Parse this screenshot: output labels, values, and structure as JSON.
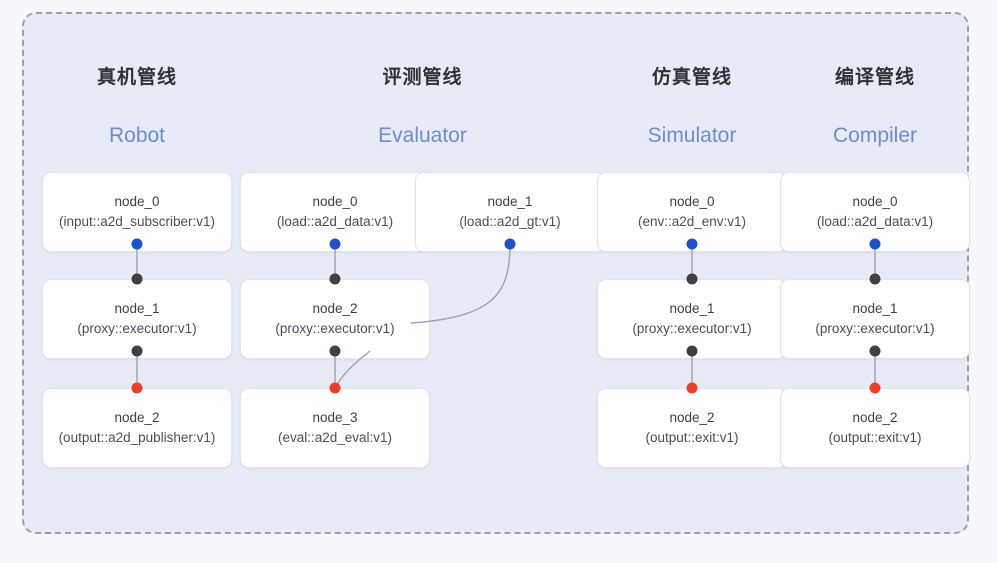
{
  "panel": {
    "border_style": "dashed",
    "border_color": "#9aa1ae",
    "background": "#e7ebf7"
  },
  "palette": {
    "node_background": "#ffffff",
    "node_border": "#e2e4e9",
    "title_cn_color": "#2f3237",
    "title_en_color": "#6f8bd6",
    "port_input_blue": "#1a51d0",
    "port_proxy_black": "#3d4046",
    "port_output_red": "#ef4026",
    "edge_color": "#9ba2b3"
  },
  "columns": [
    {
      "id": "robot",
      "title_cn": "真机管线",
      "title_en": "Robot",
      "nodes": [
        {
          "id": "node_0",
          "type": "(input::a2d_subscriber:v1)"
        },
        {
          "id": "node_1",
          "type": "(proxy::executor:v1)"
        },
        {
          "id": "node_2",
          "type": "(output::a2d_publisher:v1)"
        }
      ]
    },
    {
      "id": "evaluator",
      "title_cn": "评测管线",
      "title_en": "Evaluator",
      "nodes": [
        {
          "id": "node_0",
          "type": "(load::a2d_data:v1)"
        },
        {
          "id": "node_1",
          "type": "(load::a2d_gt:v1)"
        },
        {
          "id": "node_2",
          "type": "(proxy::executor:v1)"
        },
        {
          "id": "node_3",
          "type": "(eval::a2d_eval:v1)"
        }
      ]
    },
    {
      "id": "simulator",
      "title_cn": "仿真管线",
      "title_en": "Simulator",
      "nodes": [
        {
          "id": "node_0",
          "type": "(env::a2d_env:v1)"
        },
        {
          "id": "node_1",
          "type": "(proxy::executor:v1)"
        },
        {
          "id": "node_2",
          "type": "(output::exit:v1)"
        }
      ]
    },
    {
      "id": "compiler",
      "title_cn": "编译管线",
      "title_en": "Compiler",
      "nodes": [
        {
          "id": "node_0",
          "type": "(load::a2d_data:v1)"
        },
        {
          "id": "node_1",
          "type": "(proxy::executor:v1)"
        },
        {
          "id": "node_2",
          "type": "(output::exit:v1)"
        }
      ]
    }
  ]
}
